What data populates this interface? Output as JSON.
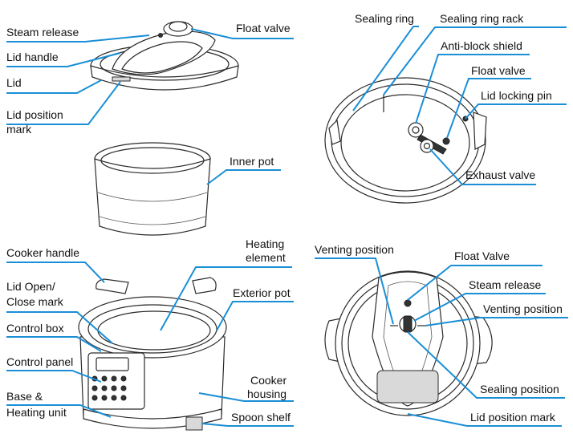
{
  "accent_color": "#1a8fd6",
  "quadrants": {
    "lid_top": {
      "labels": {
        "steam_release": "Steam release",
        "float_valve": "Float valve",
        "lid_handle": "Lid handle",
        "lid": "Lid",
        "lid_position_mark_1": "Lid position",
        "lid_position_mark_2": "mark",
        "inner_pot": "Inner pot"
      }
    },
    "lid_underside": {
      "labels": {
        "sealing_ring": "Sealing ring",
        "sealing_ring_rack": "Sealing ring rack",
        "anti_block_shield": "Anti-block shield",
        "float_valve": "Float valve",
        "lid_locking_pin": "Lid locking pin",
        "exhaust_valve": "Exhaust valve"
      }
    },
    "cooker_body": {
      "labels": {
        "cooker_handle": "Cooker handle",
        "heating_element_1": "Heating",
        "heating_element_2": "element",
        "lid_open_close_1": "Lid Open/",
        "lid_open_close_2": "Close mark",
        "exterior_pot": "Exterior pot",
        "control_box": "Control box",
        "control_panel": "Control panel",
        "cooker_housing_1": "Cooker",
        "cooker_housing_2": "housing",
        "base_heating_1": "Base &",
        "base_heating_2": "Heating unit",
        "spoon_shelf": "Spoon shelf"
      }
    },
    "lid_top_view": {
      "labels": {
        "venting_position_left": "Venting position",
        "float_valve": "Float Valve",
        "steam_release": "Steam release",
        "venting_position_right": "Venting position",
        "sealing_position": "Sealing position",
        "lid_position_mark": "Lid position mark"
      }
    }
  }
}
